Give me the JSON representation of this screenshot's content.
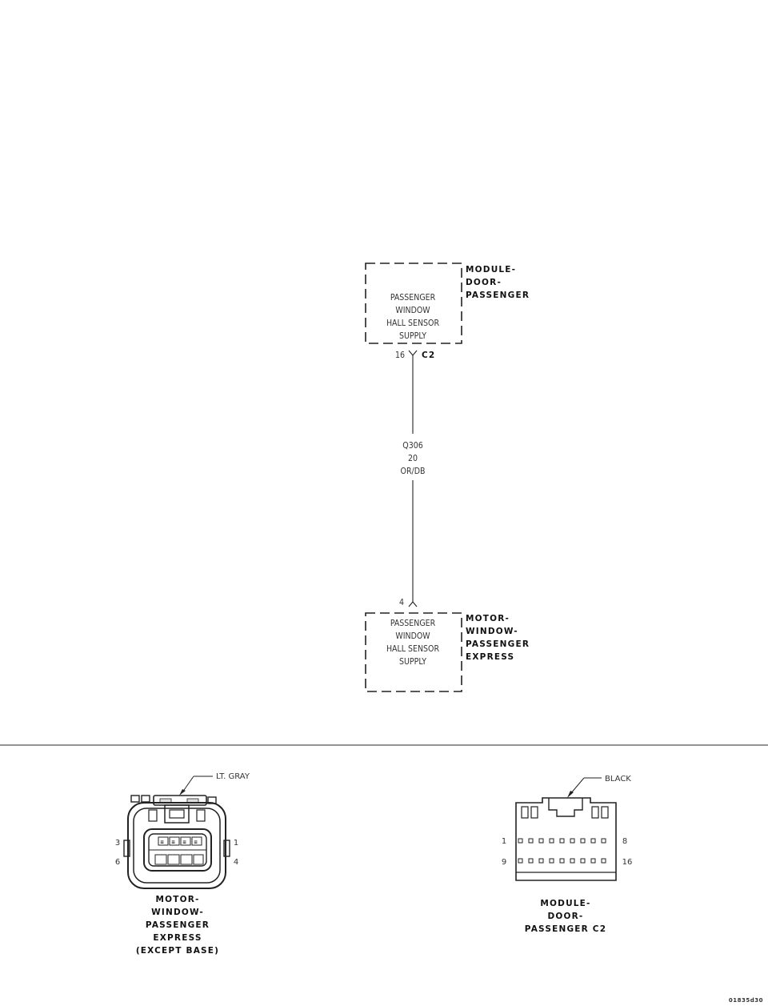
{
  "module": {
    "box_lines": [
      "PASSENGER",
      "WINDOW",
      "HALL SENSOR",
      "SUPPLY"
    ],
    "name_lines": [
      "MODULE-",
      "DOOR-",
      "PASSENGER"
    ],
    "pin": "16",
    "connector": "C2"
  },
  "wire": {
    "circuit": "Q306",
    "gauge": "20",
    "color": "OR/DB"
  },
  "motor": {
    "pin": "4",
    "box_lines": [
      "PASSENGER",
      "WINDOW",
      "HALL SENSOR",
      "SUPPLY"
    ],
    "name_lines": [
      "MOTOR-",
      "WINDOW-",
      "PASSENGER",
      "EXPRESS"
    ]
  },
  "connector_views": {
    "motor": {
      "color_label": "LT. GRAY",
      "pins": [
        "3",
        "6",
        "1",
        "4"
      ],
      "title_lines": [
        "MOTOR-",
        "WINDOW-",
        "PASSENGER",
        "EXPRESS",
        "(EXCEPT BASE)"
      ]
    },
    "module": {
      "color_label": "BLACK",
      "pins": [
        "1",
        "9",
        "8",
        "16"
      ],
      "title_lines": [
        "MODULE-",
        "DOOR-",
        "PASSENGER C2"
      ]
    }
  },
  "figure_id": "01835d30"
}
